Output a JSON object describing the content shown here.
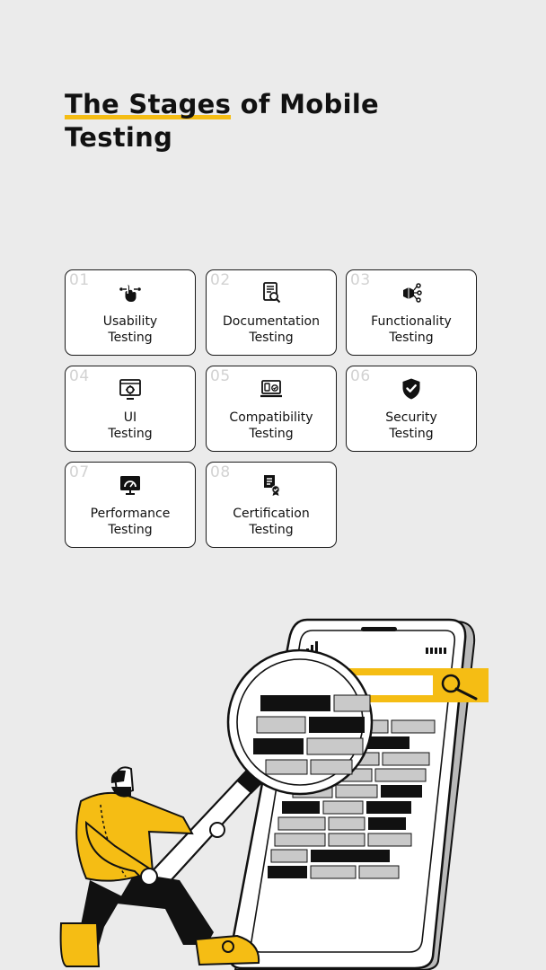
{
  "title": {
    "highlight": "The Stages",
    "rest": " of Mobile Testing"
  },
  "cards": [
    {
      "num": "01",
      "line1": "Usability",
      "line2": "Testing",
      "icon": "touch-icon"
    },
    {
      "num": "02",
      "line1": "Documentation",
      "line2": "Testing",
      "icon": "document-search-icon"
    },
    {
      "num": "03",
      "line1": "Functionality",
      "line2": "Testing",
      "icon": "cubes-network-icon"
    },
    {
      "num": "04",
      "line1": "UI",
      "line2": "Testing",
      "icon": "ui-gear-icon"
    },
    {
      "num": "05",
      "line1": "Compatibility",
      "line2": "Testing",
      "icon": "laptop-check-icon"
    },
    {
      "num": "06",
      "line1": "Security",
      "line2": "Testing",
      "icon": "shield-check-icon"
    },
    {
      "num": "07",
      "line1": "Performance",
      "line2": "Testing",
      "icon": "speedometer-monitor-icon"
    },
    {
      "num": "08",
      "line1": "Certification",
      "line2": "Testing",
      "icon": "certificate-icon"
    }
  ],
  "colors": {
    "accent": "#f5bd14",
    "background": "#ebebeb",
    "ink": "#111111"
  }
}
